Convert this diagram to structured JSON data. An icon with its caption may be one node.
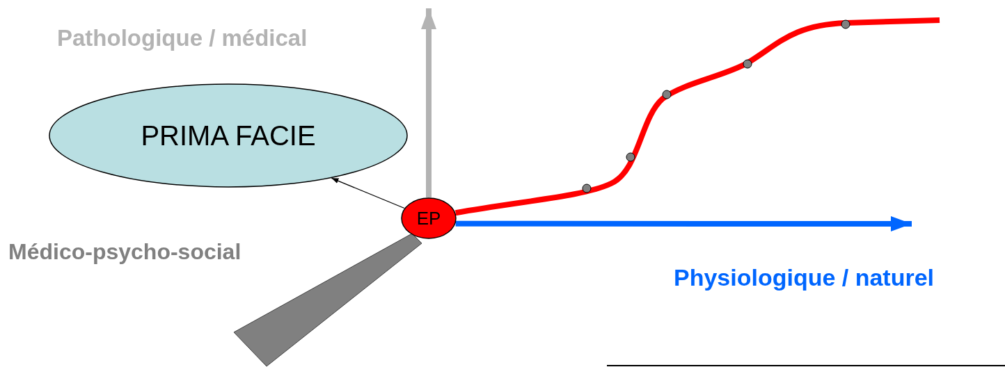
{
  "diagram": {
    "nodes": [
      {
        "text": [
          "PRIMA FACIE"
        ]
      },
      {
        "text": [
          "EP"
        ]
      },
      {
        "text": [],
        "shape": "triangle"
      }
    ],
    "edges": [
      {
        "from": 1,
        "to": 0,
        "arrow": "to"
      },
      {
        "from": 1,
        "to": null,
        "arrow": "to",
        "color": "#b3b3b3"
      },
      {
        "from": 1,
        "to": null,
        "arrow": "to",
        "color": "#0066ff"
      },
      {
        "from": 1,
        "to": null,
        "arrow": "none",
        "color": "#ff0000"
      }
    ],
    "labels": [
      "Pathologique / médical",
      "Médico-psycho-social",
      "Physiologique / naturel"
    ]
  }
}
